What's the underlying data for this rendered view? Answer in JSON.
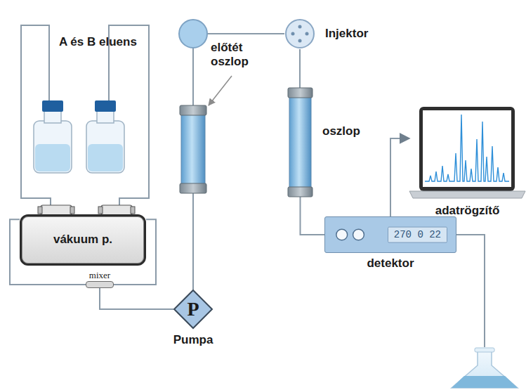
{
  "diagram": {
    "nodes": [
      {
        "text": [
          "vákuum p."
        ]
      },
      {
        "text": [
          "mixer"
        ]
      },
      {
        "text": [
          "P",
          "Pumpa"
        ]
      },
      {
        "text": [
          "Injektor"
        ]
      },
      {
        "text": [
          "oszlop"
        ]
      },
      {
        "text": [
          "270 0 22",
          "detektor"
        ]
      },
      {
        "text": [
          "adatrögzítő"
        ]
      }
    ],
    "edges": [
      {
        "from": 0,
        "to": 1,
        "arrow": "none"
      },
      {
        "from": 0,
        "to": 1,
        "arrow": "none"
      },
      {
        "from": 1,
        "to": 2,
        "arrow": "none"
      },
      {
        "from": 2,
        "to": 3,
        "arrow": "none"
      },
      {
        "from": 3,
        "to": 4,
        "arrow": "none"
      },
      {
        "from": 4,
        "to": 5,
        "arrow": "none"
      },
      {
        "from": 5,
        "to": 6,
        "arrow": "to"
      }
    ],
    "labels": [
      "A és B eluens",
      "előtét oszlop"
    ]
  }
}
